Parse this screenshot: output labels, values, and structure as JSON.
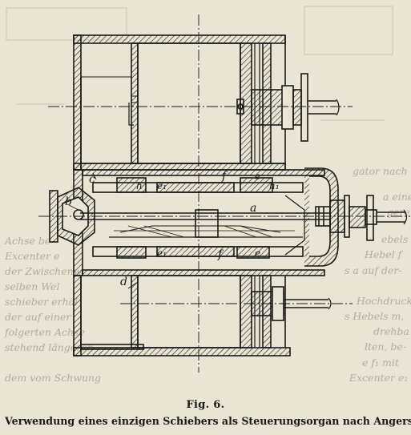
{
  "figure": {
    "number": "Fig. 6.",
    "caption": "Verwendung eines einzigen Schiebers als Steuerungsorgan nach Angers."
  },
  "labels": {
    "b": "b",
    "c": "c",
    "h": "h",
    "e1_top": "e₁",
    "f_top": "f",
    "e_top": "e",
    "h1": "h₁",
    "a": "a",
    "e1_bottom": "e₁",
    "f_bottom": "f",
    "e_bottom": "e",
    "d": "d"
  },
  "show_through": {
    "lines": [
      "gator nach",
      "a eine",
      "gere",
      "ebels",
      "Hebel f",
      "s a auf der-",
      "Hochdruck-",
      "s Hebels m,",
      "drehba",
      "lten, be-",
      "e f₁ mit",
      "Excenter e₁"
    ],
    "left_lines": [
      "Achse be",
      "Excenter e",
      "der Zwischenw",
      "selben Wel",
      "schieber erhäl",
      "der auf einer",
      "folgerten Achse",
      "stehend längeren",
      "dem vom Schwung"
    ]
  },
  "colors": {
    "ink": "#1c1a17",
    "paper": "#e9e4d4",
    "show_through": "#b3ada0"
  }
}
